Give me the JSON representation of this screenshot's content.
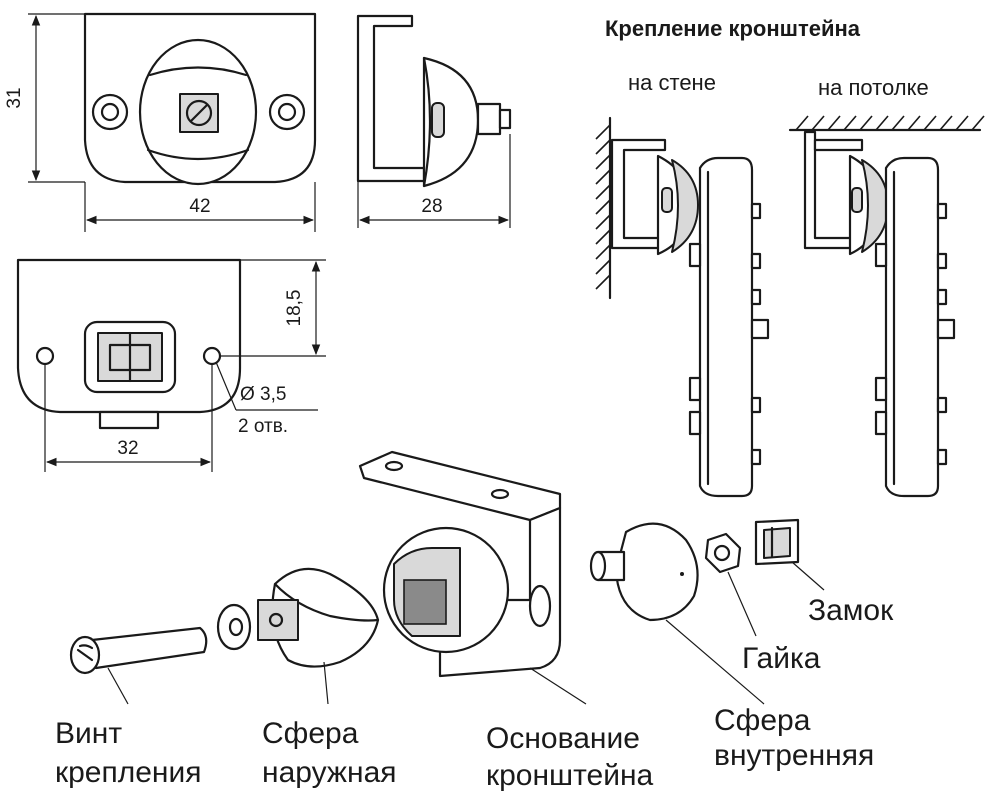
{
  "top_view": {
    "height_dim": "31",
    "width_dim": "42"
  },
  "side_view": {
    "depth_dim": "28"
  },
  "bottom_view": {
    "height_dim": "18,5",
    "width_dim": "32",
    "hole_dim": "Ø 3,5",
    "hole_count": "2 отв."
  },
  "mounting": {
    "title": "Крепление кронштейна",
    "wall_label": "на стене",
    "ceiling_label": "на потолке"
  },
  "parts": {
    "screw": {
      "line1": "Винт",
      "line2": "крепления"
    },
    "outer_sphere": {
      "line1": "Сфера",
      "line2": "наружная"
    },
    "base": {
      "line1": "Основание",
      "line2": "кронштейна"
    },
    "inner_sphere": {
      "line1": "Сфера",
      "line2": "внутренняя"
    },
    "nut": {
      "label": "Гайка"
    },
    "lock": {
      "label": "Замок"
    }
  }
}
